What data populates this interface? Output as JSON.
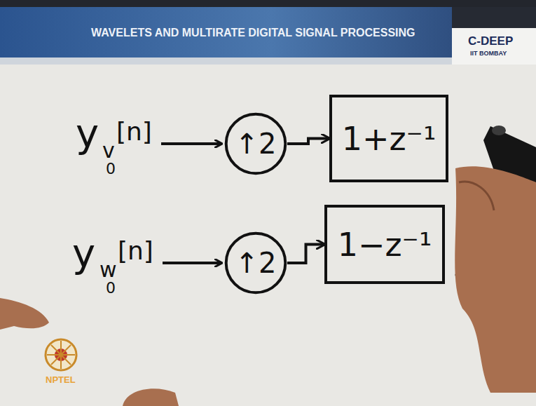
{
  "diagram": {
    "nodes": [
      {
        "text": [
          "↑2"
        ]
      },
      {
        "text": [
          "1+z⁻¹"
        ]
      },
      {
        "text": [
          "↑2"
        ]
      },
      {
        "text": [
          "1−z⁻¹"
        ]
      }
    ],
    "edges": [
      {
        "from": 0,
        "to": 1,
        "arrow": "to"
      },
      {
        "from": 2,
        "to": 3,
        "arrow": "to"
      }
    ],
    "labels": [
      "WAVELETS AND MULTIRATE DIGITAL SIGNAL PROCESSING",
      "C-DEEP",
      "IIT BOMBAY",
      "y",
      "v",
      "0",
      "[n]",
      "y",
      "w",
      "0",
      "[n]",
      "NPTEL"
    ]
  }
}
